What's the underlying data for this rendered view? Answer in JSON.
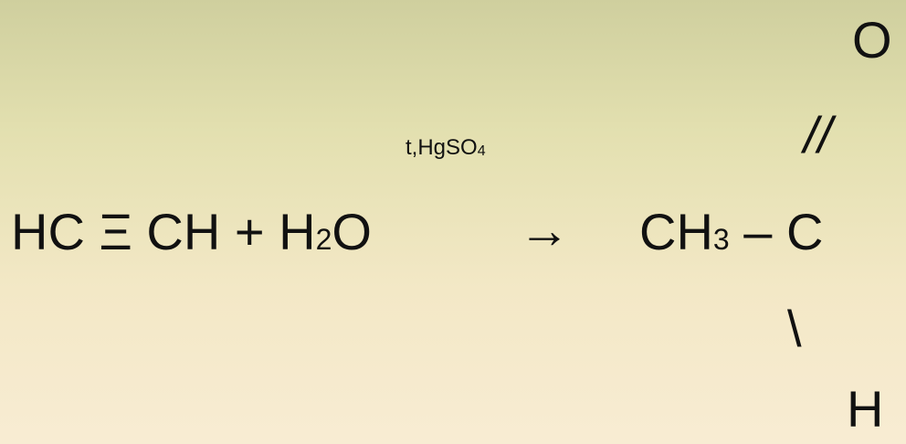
{
  "reactant": {
    "acetylene": "HC Ξ CH",
    "plus": "+",
    "water_h": "H",
    "water_sub": "2",
    "water_o": "O"
  },
  "conditions": {
    "text": "t,HgSO",
    "sub": "4"
  },
  "arrow": "→",
  "product": {
    "ch": "CH",
    "ch_sub": "3",
    "bond": "–",
    "c": "C",
    "double_bond": "//",
    "oxygen": "O",
    "single_bond": "\\",
    "hydrogen": "H"
  }
}
